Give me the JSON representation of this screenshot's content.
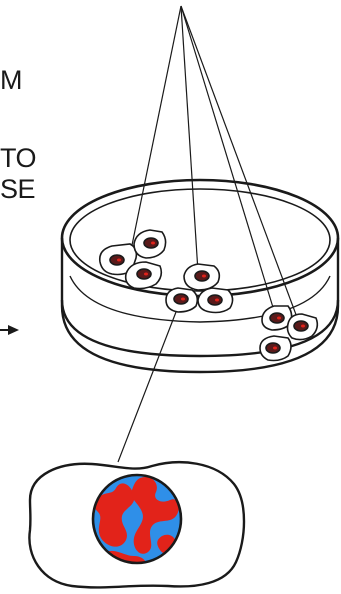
{
  "fragments": {
    "line1": "M",
    "line2": "TO",
    "line3": "SE"
  },
  "colors": {
    "ink": "#1a1a1a",
    "nucleus_dark": "#5a1a1a",
    "cell_nucleus_red": "#e2231a",
    "cell_nucleus_blue": "#2f8fe8"
  },
  "icons": {
    "dish": "petri-dish-icon",
    "cell": "cell-icon",
    "arrow": "arrow-icon"
  }
}
